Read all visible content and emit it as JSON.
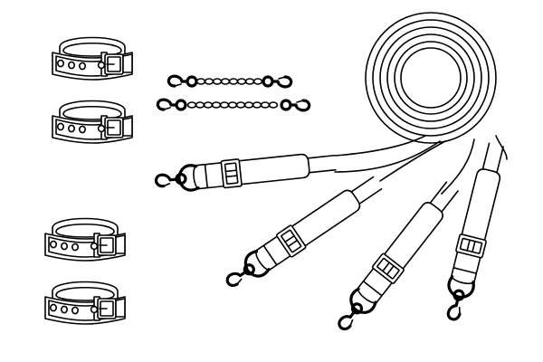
{
  "illustration": {
    "background": "#ffffff",
    "line_color": "#000000",
    "cuffs": {
      "count": 4
    },
    "connector_chains": {
      "count": 2
    },
    "straps": {
      "count": 4,
      "hardware": "buckle-icon",
      "clip": "snap-hook-icon"
    },
    "coiled_strap": {
      "present": true
    }
  }
}
